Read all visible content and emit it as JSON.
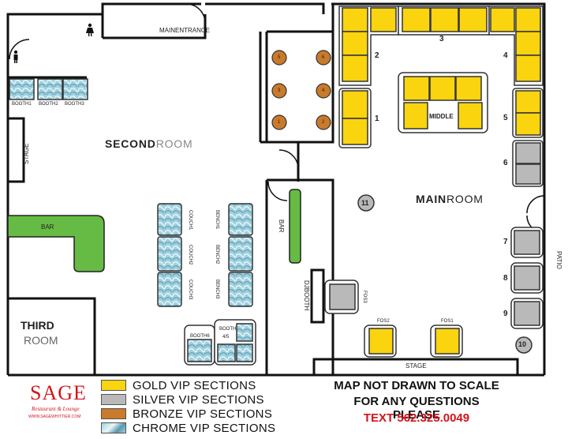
{
  "colors": {
    "gold": "#f9d40f",
    "silver": "#b9b9b9",
    "bronze": "#c97a2a",
    "chrome": "#8fc4d6",
    "bar": "#66bb44",
    "wall": "#111111",
    "red": "#d4141c"
  },
  "rooms": {
    "main_entrance": {
      "a": "MAIN",
      "b": "ENTRANCE"
    },
    "second_room": {
      "a": "SECOND",
      "b": "ROOM"
    },
    "main_room": {
      "a": "MAIN",
      "b": "ROOM"
    },
    "third_room": {
      "a": "THIRD",
      "b": "ROOM"
    }
  },
  "labels": {
    "stage_left": "STAGE",
    "stage_bottom": "STAGE",
    "bar_left": "BAR",
    "bar_center": "BAR",
    "dj_booth": "DJBOOTH",
    "patio": "PATIO",
    "middle": "MIDDLE",
    "booth1": "BOOTH1",
    "booth2": "BOOTH2",
    "booth3": "BOOTH3",
    "booth45_a": "BOOTH",
    "booth45_b": "4/5",
    "booth6": "BOOTH6",
    "couch1": "COUCH1",
    "couch2": "COUCH2",
    "couch3": "COUCH3",
    "bench1": "BENCH1",
    "bench2": "BENCH2",
    "bench3": "BENCH3",
    "fos1": "FOS1",
    "fos2": "FOS2",
    "fos3": "FOS3",
    "sec1": "1",
    "sec2": "2",
    "sec3": "3",
    "sec4": "4",
    "sec5": "5",
    "sec6": "6",
    "sec7": "7",
    "sec8": "8",
    "sec9": "9",
    "circle10": "10",
    "circle11": "11",
    "bronze": [
      "1",
      "2",
      "3",
      "4",
      "5",
      "6"
    ]
  },
  "legend": [
    {
      "label": "GOLD VIP SECTIONS",
      "color": "#f9d40f"
    },
    {
      "label": "SILVER VIP SECTIONS",
      "color": "#b9b9b9"
    },
    {
      "label": "BRONZE VIP SECTIONS",
      "color": "#c97a2a"
    },
    {
      "label": "CHROME VIP SECTIONS",
      "color": "#8fc4d6"
    }
  ],
  "notice": {
    "line1": "MAP NOT DRAWN TO SCALE",
    "line2": "FOR ANY QUESTIONS PLEASE",
    "line3": "TEXT 562.325.0049"
  },
  "logo": {
    "name": "SAGE",
    "tagline": "Restaurant & Lounge",
    "url": "WWW.SAGEWHITTIER.COM"
  }
}
